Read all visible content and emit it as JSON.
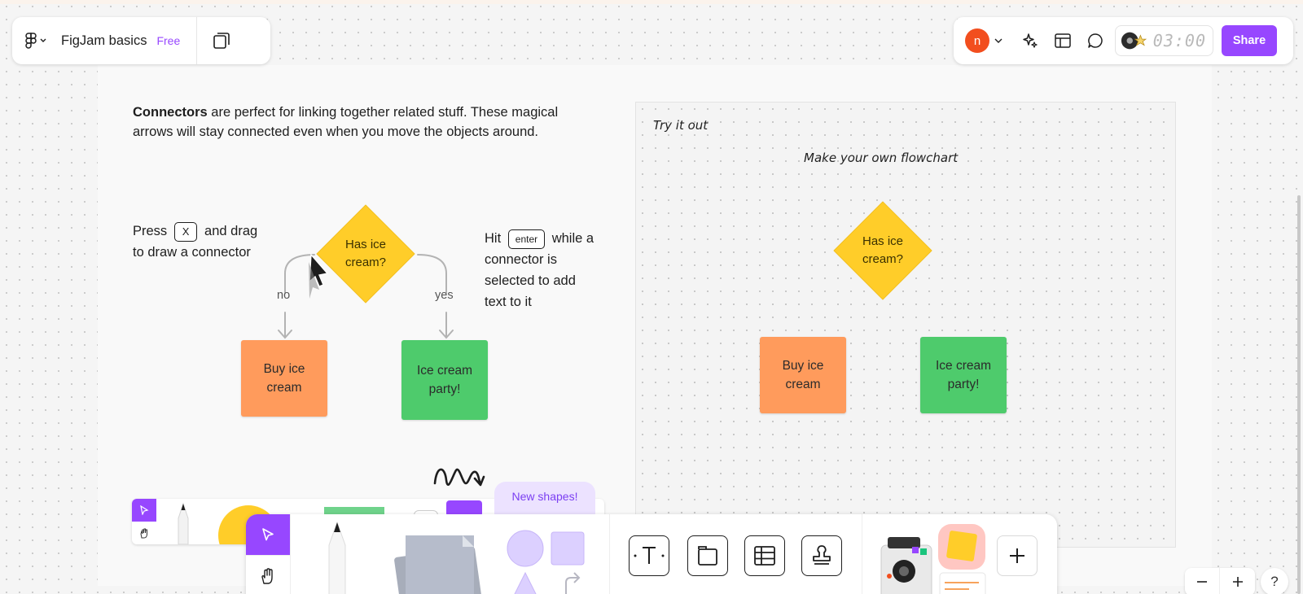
{
  "header": {
    "file_title": "FigJam basics",
    "plan_badge": "Free",
    "user_initial": "n",
    "timer": "03:00",
    "share_label": "Share"
  },
  "intro": {
    "bold": "Connectors",
    "rest": " are perfect for linking together related stuff. These magical arrows will stay connected even when you move the objects around."
  },
  "press_note": {
    "before": "Press",
    "key": "X",
    "after": "and drag",
    "line2": "to draw a connector"
  },
  "hit_note": {
    "before": "Hit",
    "key": "enter",
    "after": "while a",
    "line2": "connector is",
    "line3": "selected to add",
    "line4": "text to it"
  },
  "example_flow": {
    "decision": "Has ice cream?",
    "no_label": "no",
    "yes_label": "yes",
    "no_box": "Buy ice cream",
    "yes_box": "Ice cream party!"
  },
  "try_section": {
    "title": "Try it out",
    "subtitle": "Make your own flowchart",
    "decision": "Has ice cream?",
    "no_box": "Buy ice cream",
    "yes_box": "Ice cream party!"
  },
  "toolbar": {
    "new_shapes": "New shapes!"
  },
  "colors": {
    "accent": "#9747ff",
    "decision": "#ffcd29",
    "orange_sticky": "#ff9b5c",
    "green_sticky": "#4ecb6c",
    "avatar": "#f24e1e"
  }
}
